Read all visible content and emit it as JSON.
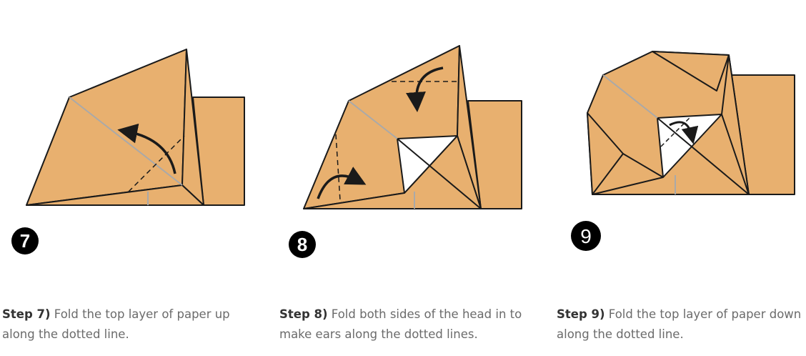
{
  "colors": {
    "paper": "#E8B06F",
    "inside": "#FFFFFF",
    "outline": "#1A1A1A",
    "crease": "#A9A9A9",
    "badge": "#000000",
    "caption_text": "#6B6B6B",
    "caption_label": "#333333"
  },
  "steps": [
    {
      "number": "7",
      "label": "Step 7)",
      "text": " Fold the top layer of paper up along the dotted line."
    },
    {
      "number": "8",
      "label": "Step 8)",
      "text": " Fold both sides of the head in to make ears along the dotted lines."
    },
    {
      "number": "9",
      "label": "Step 9)",
      "text": " Fold the top layer of paper down along the dotted line."
    }
  ]
}
